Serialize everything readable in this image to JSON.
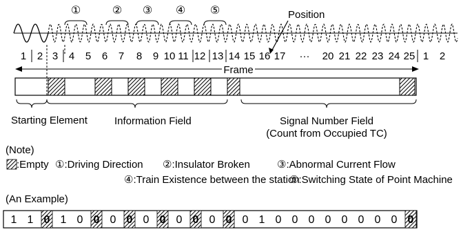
{
  "markers": [
    "①",
    "②",
    "③",
    "④",
    "⑤"
  ],
  "position_label": "Position",
  "bit_numbers": [
    "1",
    "2",
    "3",
    "4",
    "5",
    "6",
    "7",
    "8",
    "9",
    "10",
    "11",
    "12",
    "13",
    "14",
    "15",
    "16",
    "17",
    "···",
    "20",
    "21",
    "22",
    "23",
    "24",
    "25",
    "1",
    "2"
  ],
  "frame_label": "Frame",
  "field_labels": {
    "starting": "Starting Element",
    "information": "Information Field",
    "signal_line1": "Signal Number Field",
    "signal_line2": "(Count from Occupied TC)"
  },
  "note": {
    "heading": "(Note)",
    "empty_label": ":Empty",
    "items": [
      {
        "marker": "①",
        "text": ":Driving Direction"
      },
      {
        "marker": "②",
        "text": ":Insulator Broken"
      },
      {
        "marker": "③",
        "text": ":Abnormal Current Flow"
      },
      {
        "marker": "④",
        "text": ":Train Existence between the station"
      },
      {
        "marker": "⑤",
        "text": ":Switching State of Point Machine"
      }
    ]
  },
  "example": {
    "heading": "(An Example)",
    "bits": [
      "1",
      "1",
      "0",
      "1",
      "0",
      "0",
      "0",
      "0",
      "0",
      "0",
      "0",
      "0",
      "0",
      "0",
      "0",
      "1",
      "0",
      "0",
      "0",
      "0",
      "0",
      "0",
      "0",
      "0",
      "0"
    ],
    "empty_slots": [
      2,
      5,
      7,
      9,
      11,
      13,
      24
    ],
    "empty_color": "#e00000"
  },
  "colors": {
    "hatch": "#000000",
    "line": "#000000"
  }
}
